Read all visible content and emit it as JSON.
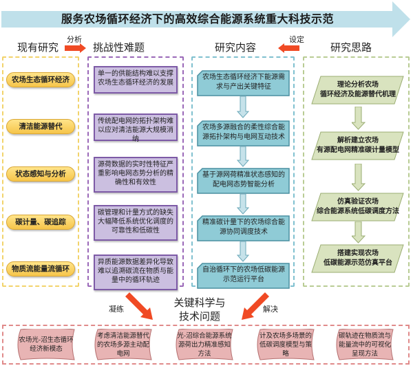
{
  "banner": {
    "title": "服务农场循环经济下的高效综合能源系统重大科技示范"
  },
  "headers": {
    "existing_research": "现有研究",
    "challenges": "挑战性难题",
    "research_content": "研究内容",
    "research_approach": "研究思路",
    "analyze_label": "分析",
    "set_label": "设定"
  },
  "existing_research": [
    {
      "label": "农场生态循环经济"
    },
    {
      "label": "清洁能源替代"
    },
    {
      "label": "状态感知与分析"
    },
    {
      "label": "碳计量、碳追踪"
    },
    {
      "label": "物质流能量流循环"
    }
  ],
  "challenges": [
    {
      "text": "单一的供能结构难以支撑农场生态循环经济的发展"
    },
    {
      "text": "传统配电网的拓扑架构难以应对清洁能源大规模消纳"
    },
    {
      "text": "源荷数据的实时性特征严重影响电网态势分析的精确性和有效性"
    },
    {
      "text": "碳管理和计量方式的缺失大幅降低系统优化调度的可靠性和低碳性"
    },
    {
      "text": "异质能源数据差异化导致难以追溯碳流在物质与能量中的循环轨迹"
    }
  ],
  "research_content": [
    {
      "text": "农场生态循环经济下能源需求与产出关键特征"
    },
    {
      "text": "农场多源融合的柔性综合能源拓扑架构与电网互动技术"
    },
    {
      "text": "基于源网荷精准状态感知的配电网态势智能分析"
    },
    {
      "text": "精准碳计量下的农场综合能源协同调度技术"
    },
    {
      "text": "自治循环下的农场低碳能源示范运行平台"
    }
  ],
  "research_approach": [
    {
      "line1": "理论分析农场",
      "line2": "循环经济及能源替代机理"
    },
    {
      "line1": "解析建立农场",
      "line2": "有源配电网精准碳计量模型"
    },
    {
      "line1": "仿真验证农场",
      "line2": "综合能源系统低碳调度方法"
    },
    {
      "line1": "搭建实现农场",
      "line2": "低碳能源示范仿真平台"
    }
  ],
  "key_issues": {
    "title_line1": "关键科学与",
    "title_line2": "技术问题",
    "condense_label": "凝练",
    "solve_label": "解决",
    "items": [
      {
        "text": "农场光-沼生态循环经济新模态"
      },
      {
        "text": "考虑清洁能源替代的农场多源主动配电网"
      },
      {
        "text": "光-沼综合能源系统源荷出力精准感知方法"
      },
      {
        "text": "计及农场多场景的低碳调度模型与策略"
      },
      {
        "text": "碳轨迹在物质流与能量流中的可视化呈现方法"
      }
    ]
  },
  "colors": {
    "banner": "#bfe0ea",
    "pill": "#f6c54a",
    "challenge_box": "#cbbfe0",
    "content_box": "#8fcbd6",
    "approach_box": "#d9e3bf",
    "issue_box": "#e8b4b4",
    "red_arrow": "#f04a24"
  }
}
